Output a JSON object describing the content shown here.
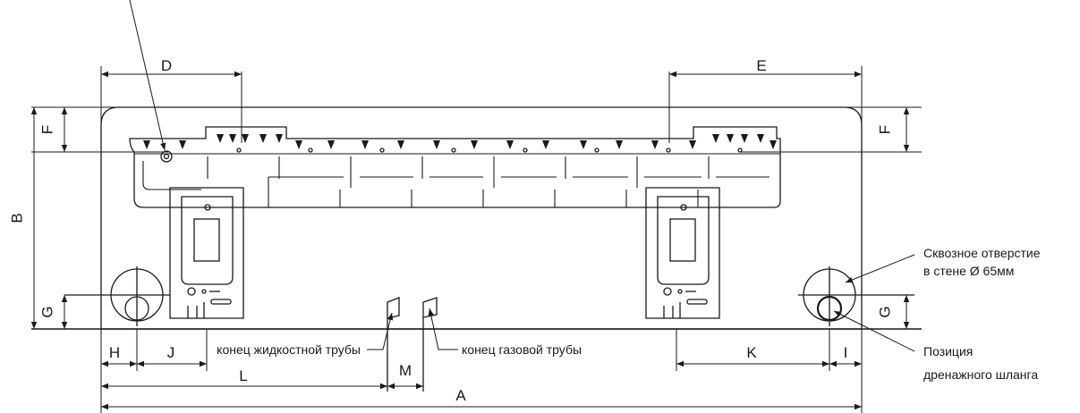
{
  "dimensions": {
    "A": "A",
    "B": "B",
    "D": "D",
    "E": "E",
    "F_left": "F",
    "F_right": "F",
    "G_left": "G",
    "G_right": "G",
    "H": "H",
    "I": "I",
    "J": "J",
    "K": "K",
    "L": "L",
    "M": "M"
  },
  "callouts": {
    "wall_hole_line1": "Сквозное отверстие",
    "wall_hole_line2": "в стене Ø 65мм",
    "drain_line1": "Позиция",
    "drain_line2": "дренажного шланга",
    "liquid_pipe": "конец жидкостной трубы",
    "gas_pipe": "конец газовой трубы"
  },
  "colors": {
    "line": "#1a1a1a",
    "background": "#ffffff"
  }
}
